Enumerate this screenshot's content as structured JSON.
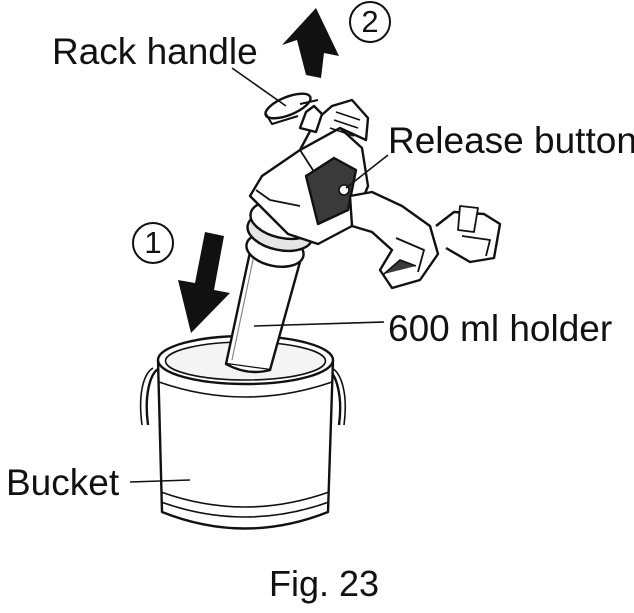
{
  "labels": {
    "rack_handle": "Rack handle",
    "release_button": "Release button",
    "holder": "600 ml holder",
    "bucket": "Bucket"
  },
  "steps": {
    "step_1": "1",
    "step_2": "2"
  },
  "caption": "Fig. 23",
  "colors": {
    "ink": "#111111",
    "paper": "#ffffff",
    "shade": "#d6d6d6",
    "dark": "#3a3a3a"
  },
  "icons": {
    "down_arrow": "down-arrow-icon",
    "up_arrow": "up-arrow-icon"
  }
}
